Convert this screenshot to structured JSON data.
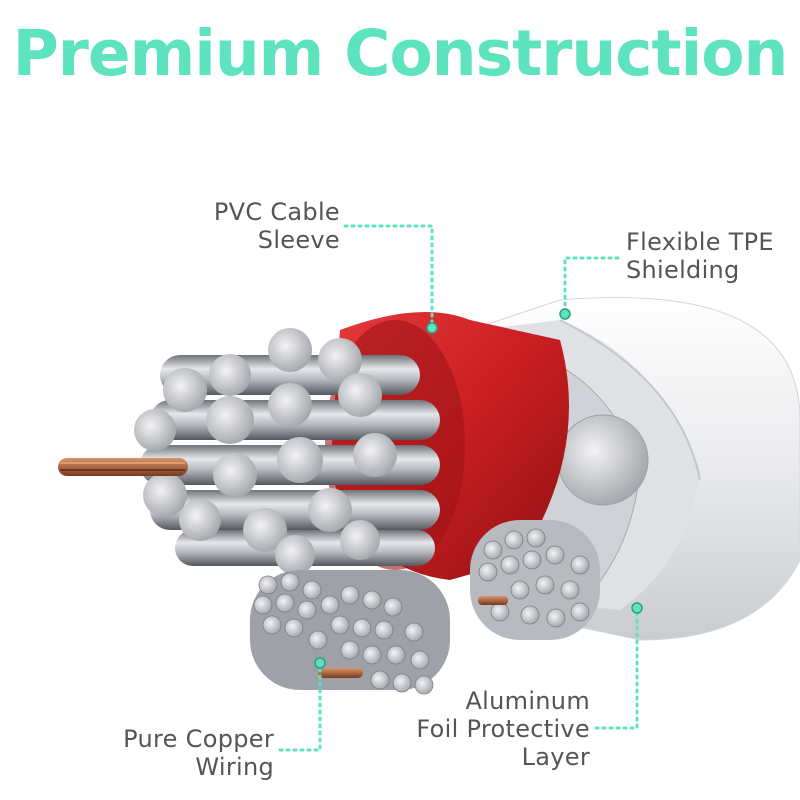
{
  "title": "Premium Construction",
  "accent_color": "#5ee3bf",
  "labels": {
    "pvc": {
      "line1": "PVC Cable",
      "line2": "Sleeve"
    },
    "tpe": {
      "line1": "Flexible TPE",
      "line2": "Shielding"
    },
    "copper": {
      "line1": "Pure Copper",
      "line2": "Wiring"
    },
    "foil": {
      "line1": "Aluminum",
      "line2": "Foil Protective",
      "line3": "Layer"
    }
  }
}
